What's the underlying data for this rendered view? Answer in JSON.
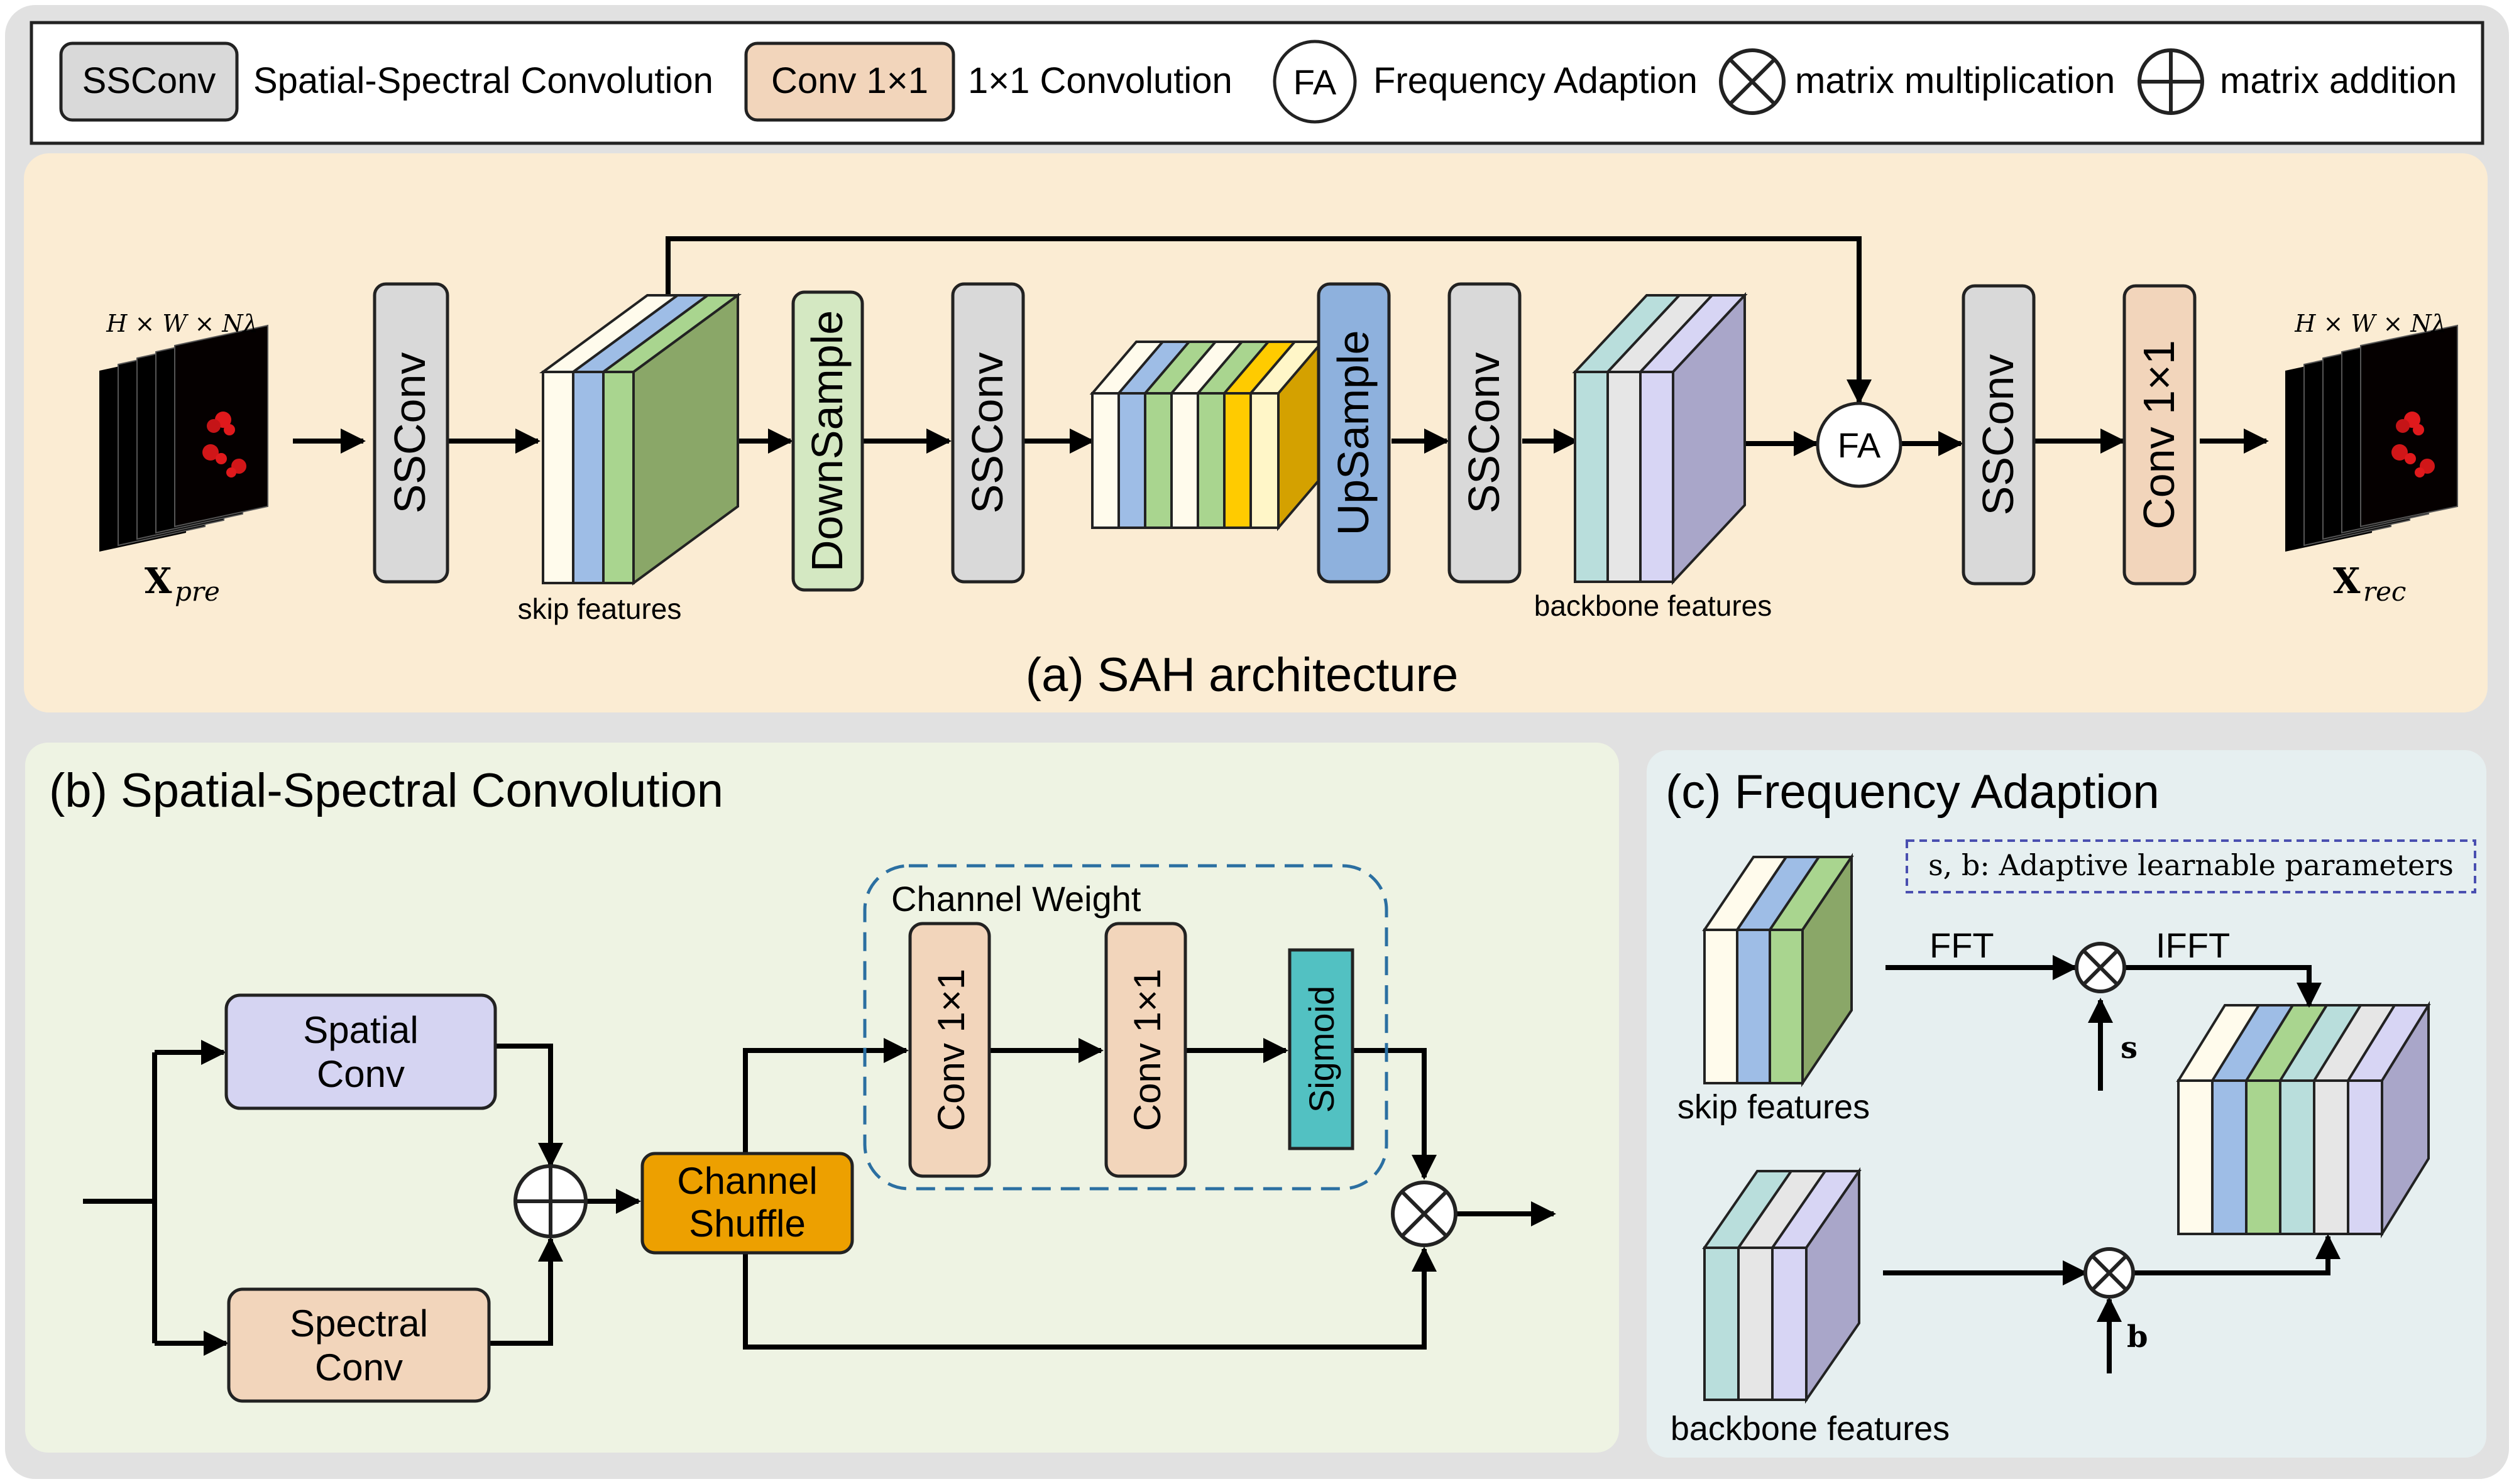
{
  "legend": {
    "ssconv_box": "SSConv",
    "ssconv_text": "Spatial-Spectral Convolution",
    "conv_box": "Conv 1×1",
    "conv_text": "1×1 Convolution",
    "fa_circle": "FA",
    "fa_text": "Frequency Adaption",
    "mult_text": "matrix multiplication",
    "add_text": "matrix addition"
  },
  "panel_a": {
    "caption": "(a)  SAH architecture",
    "dims_in": "H × W × Nλ",
    "dims_out": "H × W × Nλ",
    "x_pre_main": "X",
    "x_pre_sub": "pre",
    "x_rec_main": "X",
    "x_rec_sub": "rec",
    "ssconv1": "SSConv",
    "downsample": "DownSample",
    "ssconv2": "SSConv",
    "upsample": "UpSample",
    "ssconv3": "SSConv",
    "fa": "FA",
    "ssconv4": "SSConv",
    "conv_out": "Conv 1×1",
    "skip_label": "skip features",
    "backbone_label": "backbone features"
  },
  "panel_b": {
    "caption": "(b)  Spatial-Spectral Convolution",
    "spatial_line1": "Spatial",
    "spatial_line2": "Conv",
    "spectral_line1": "Spectral",
    "spectral_line2": "Conv",
    "shuffle_line1": "Channel",
    "shuffle_line2": "Shuffle",
    "channel_weight": "Channel Weight",
    "conv_a": "Conv 1×1",
    "conv_b": "Conv 1×1",
    "sigmoid": "Sigmoid"
  },
  "panel_c": {
    "caption": "(c)  Frequency Adaption",
    "note": "s, b:  Adaptive learnable parameters",
    "fft": "FFT",
    "ifft": "IFFT",
    "s": "s",
    "b": "b",
    "skip_label": "skip features",
    "backbone_label": "backbone features"
  },
  "colors": {
    "panel_a_bg": "#fbecd3",
    "panel_b_bg": "#eef3e3",
    "panel_c_bg": "#e6eff0",
    "ssconv": "#d9d9d9",
    "conv1x1": "#f2d5bb",
    "downsample": "#d4e8c2",
    "upsample": "#8eb1dd",
    "spatial": "#d5d4f2",
    "spectral": "#f2d5bb",
    "shuffle": "#eda000",
    "sigmoid": "#52c1c2",
    "cw_dash": "#2b6fa1"
  }
}
